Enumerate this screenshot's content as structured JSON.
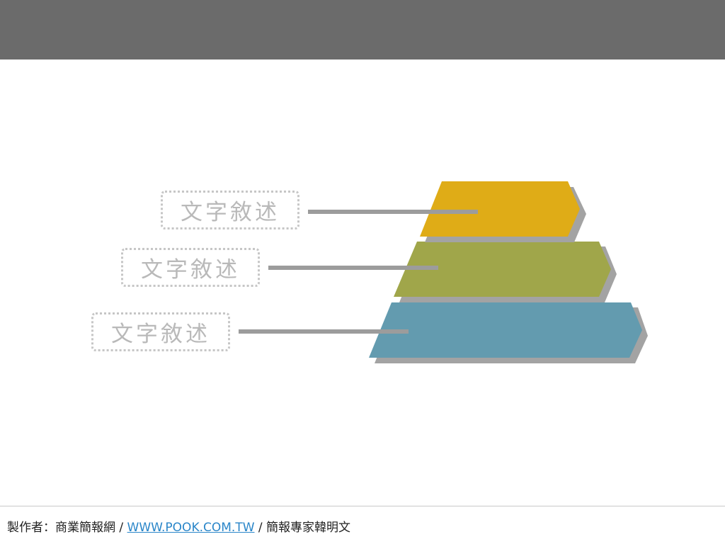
{
  "diagram": {
    "layers": [
      {
        "label": "文字敘述",
        "color": "#dfac17"
      },
      {
        "label": "文字敘述",
        "color": "#a0a64a"
      },
      {
        "label": "文字敘述",
        "color": "#639baf"
      }
    ],
    "shadow_color": "#a3a3a3",
    "connector_color": "#9c9c9c"
  },
  "footer": {
    "prefix": "製作者：商業簡報網 / ",
    "link": "WWW.POOK.COM.TW",
    "suffix": " / 簡報專家韓明文"
  },
  "colors": {
    "top_bar": "#6b6b6b"
  }
}
